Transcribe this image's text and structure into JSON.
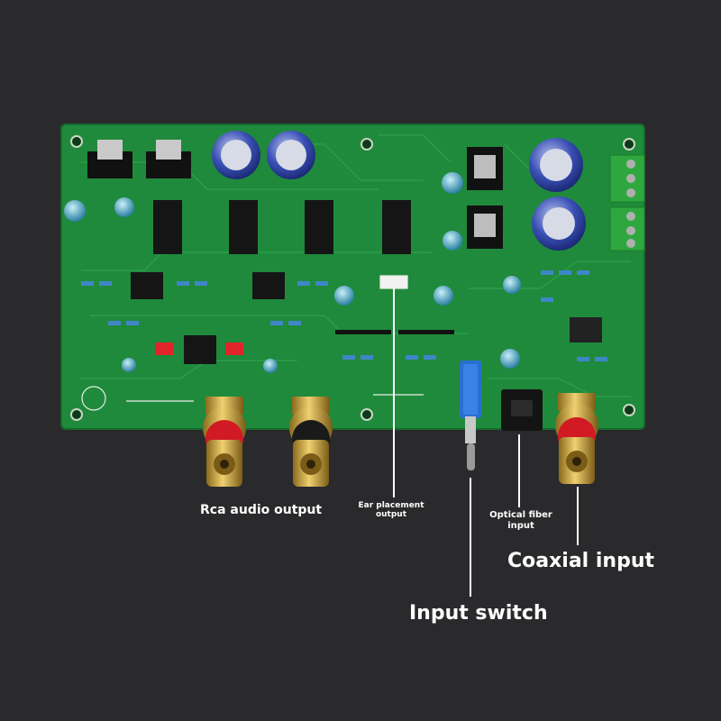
{
  "labels": {
    "rca_audio_output": "Rca audio output",
    "ear_placement_output_line1": "Ear placement",
    "ear_placement_output_line2": "output",
    "optical_fiber_input_line1": "Optical fiber",
    "optical_fiber_input_line2": "input",
    "coaxial_input": "Coaxial input",
    "input_switch": "Input switch"
  },
  "colors": {
    "background": "#2a2a2c",
    "pcb_green": "#1f8a3c",
    "rca_red": "#d11a24",
    "gold": "#c9a23a",
    "label_white": "#ffffff"
  }
}
